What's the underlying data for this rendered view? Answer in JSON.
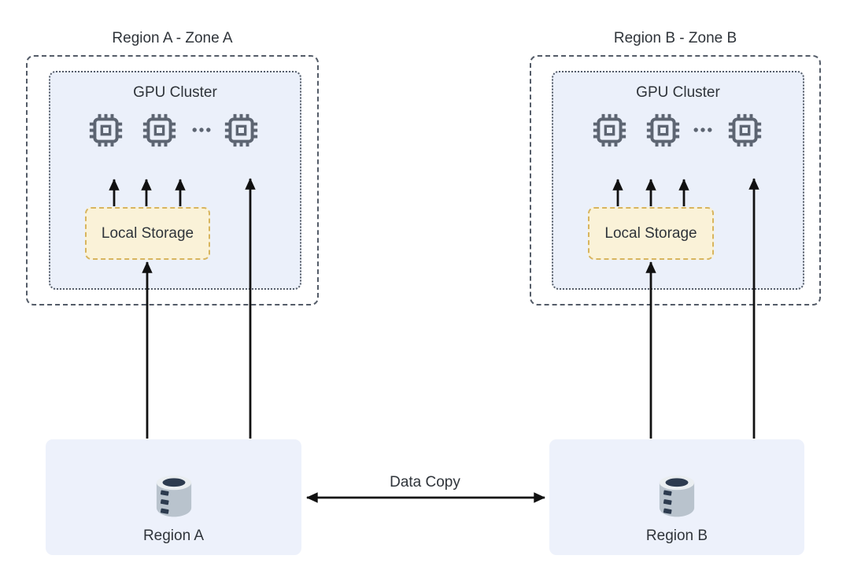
{
  "colors": {
    "canvas-bg": "#ffffff",
    "text-color": "#2f343a",
    "box-border": "#545c68",
    "cluster-fill": "#ebf0fa",
    "storage-fill": "#faf2d8",
    "storage-border": "#d8b55e",
    "region-fill": "#edf1fb",
    "chip-color": "#5d6572",
    "arrow-color": "#111111",
    "db-body": "#b9c3cd",
    "db-rim": "#eaeef1",
    "db-dark": "#2d3b4f"
  },
  "zones": [
    {
      "title": "Region A - Zone A",
      "cluster_label": "GPU Cluster",
      "storage_label": "Local Storage",
      "chip_count_shown": 3,
      "ellipsis": "..."
    },
    {
      "title": "Region B - Zone B",
      "cluster_label": "GPU Cluster",
      "storage_label": "Local Storage",
      "chip_count_shown": 3,
      "ellipsis": "..."
    }
  ],
  "regions": [
    {
      "label": "Region A"
    },
    {
      "label": "Region B"
    }
  ],
  "connection": {
    "label": "Data Copy"
  },
  "icons": {
    "chip": "gpu-chip-icon",
    "database": "database-icon",
    "ellipsis": "horizontal-dots-icon"
  }
}
